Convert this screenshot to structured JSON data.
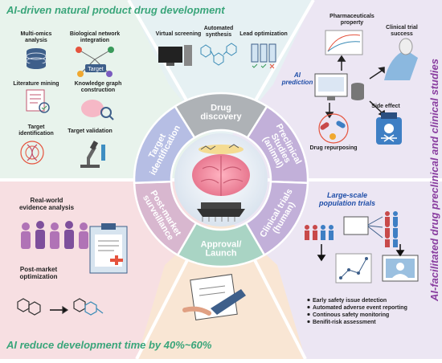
{
  "colors": {
    "tl_bg": "#e8f3ec",
    "tr_bg": "#ece6f3",
    "bl_bg": "#f7dfe2",
    "br_bg": "#ece6f3",
    "top_wedge": "#e6f1f3",
    "bottom_wedge": "#f9e6d4",
    "headline_green": "#3aa57a",
    "headline_purple": "#8a3fa0",
    "ring_gray": "#aeb2b6",
    "ring_green": "#a9d4c4",
    "ring_blue": "#b6bee4",
    "ring_pink": "#d8b7cf",
    "ring_purple": "#c2b0d9"
  },
  "headlines": {
    "top_left": "AI-driven natural product drug development",
    "bottom_left": "AI reduce development time by 40%~60%",
    "right_vertical": "AI-facilitated drug preclinical and clinical studies"
  },
  "ring": {
    "drug_discovery": [
      "Drug",
      "discovery"
    ],
    "target_identification": [
      "Target",
      "identification"
    ],
    "preclinical": [
      "Preclinical",
      "Studies",
      "(animal)"
    ],
    "post_market": [
      "Post-market",
      "surveillance"
    ],
    "clinical": [
      "Clinical trials",
      "(human)"
    ],
    "approval": [
      "Approval/",
      "Launch"
    ]
  },
  "target_panel": {
    "items": [
      "Multi-omics analysis",
      "Biological network integration",
      "Literature mining",
      "Knowledge graph construction",
      "Target identification",
      "Target validation"
    ],
    "multiomics": [
      "Multi-omics",
      "analysis"
    ],
    "bionet": [
      "Biological network",
      "integration"
    ],
    "literature": "Literature mining",
    "knowledge": [
      "Knowledge graph",
      "construction"
    ],
    "target_id": [
      "Target",
      "identification"
    ],
    "target_val": "Target validation",
    "network_badge": "Target"
  },
  "discovery_panel": {
    "virtual": "Virtual screening",
    "automated": [
      "Automated",
      "synthesis"
    ],
    "lead": "Lead optimization"
  },
  "preclinical_panel": {
    "ai_prediction": [
      "AI",
      "prediction"
    ],
    "pharma": [
      "Pharmaceuticals",
      "property"
    ],
    "clinical_success": [
      "Clinical trial",
      "success"
    ],
    "side_effect": "Side effect",
    "repurposing": "Drug repurposing"
  },
  "clinical_panel": {
    "title": [
      "Large-scale",
      "population trials"
    ],
    "bullets": [
      "Early safety issue detection",
      "Automated adverse event reporting",
      "Continous safety monitoring",
      "Benifit-risk assessment"
    ]
  },
  "postmarket_panel": {
    "rwe": [
      "Real-world",
      "evidence analysis"
    ],
    "optimization": [
      "Post-market",
      "optimization"
    ]
  }
}
